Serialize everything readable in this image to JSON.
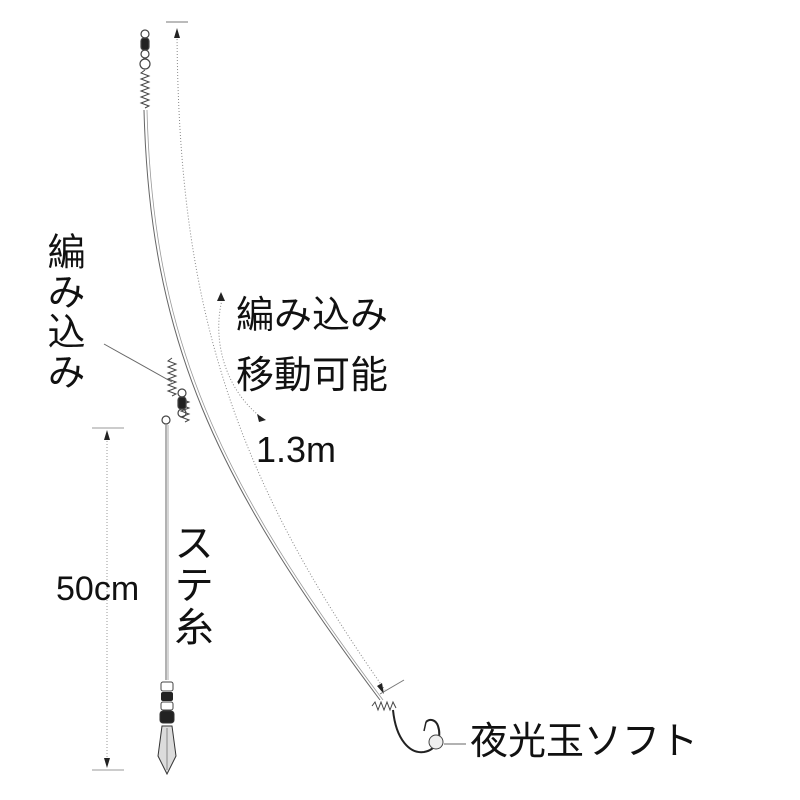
{
  "labels": {
    "braid_left": "編み込み",
    "braid_movable_line1": "編み込み",
    "braid_movable_line2": "移動可能",
    "main_line_length": "1.3m",
    "branch_line_length": "50cm",
    "branch_line": "ステ糸",
    "hook": "夜光玉ソフト"
  },
  "colors": {
    "line": "#555555",
    "text": "#111111",
    "background": "#ffffff"
  },
  "icons": [
    "swivel-icon",
    "spring-coil-icon",
    "hook-icon",
    "luminous-bead-icon",
    "snap-swivel-icon",
    "bead-icon"
  ]
}
